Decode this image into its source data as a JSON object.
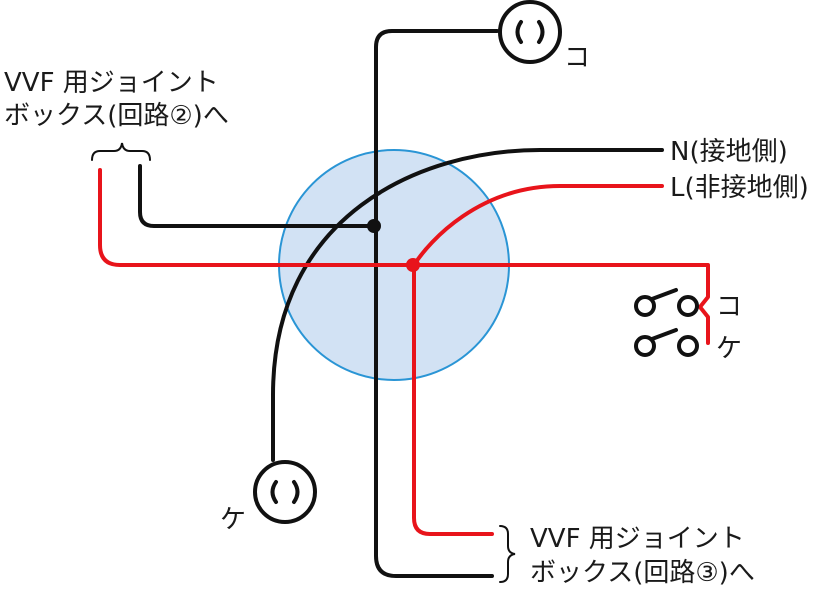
{
  "labels": {
    "top_left_line1": "VVF 用ジョイント",
    "top_left_line2": "ボックス(回路②)へ",
    "bottom_right_line1": "VVF 用ジョイント",
    "bottom_right_line2": "ボックス(回路③)へ",
    "neutral": "N(接地側)",
    "live": "L(非接地側)",
    "outlet_top": "コ",
    "outlet_bottom": "ケ",
    "switch_top": "コ",
    "switch_bottom": "ケ"
  },
  "colors": {
    "neutral_wire": "#111111",
    "live_wire": "#e8141b",
    "junction_box_fill": "#d2e2f4",
    "junction_box_stroke": "#2a95d5"
  }
}
